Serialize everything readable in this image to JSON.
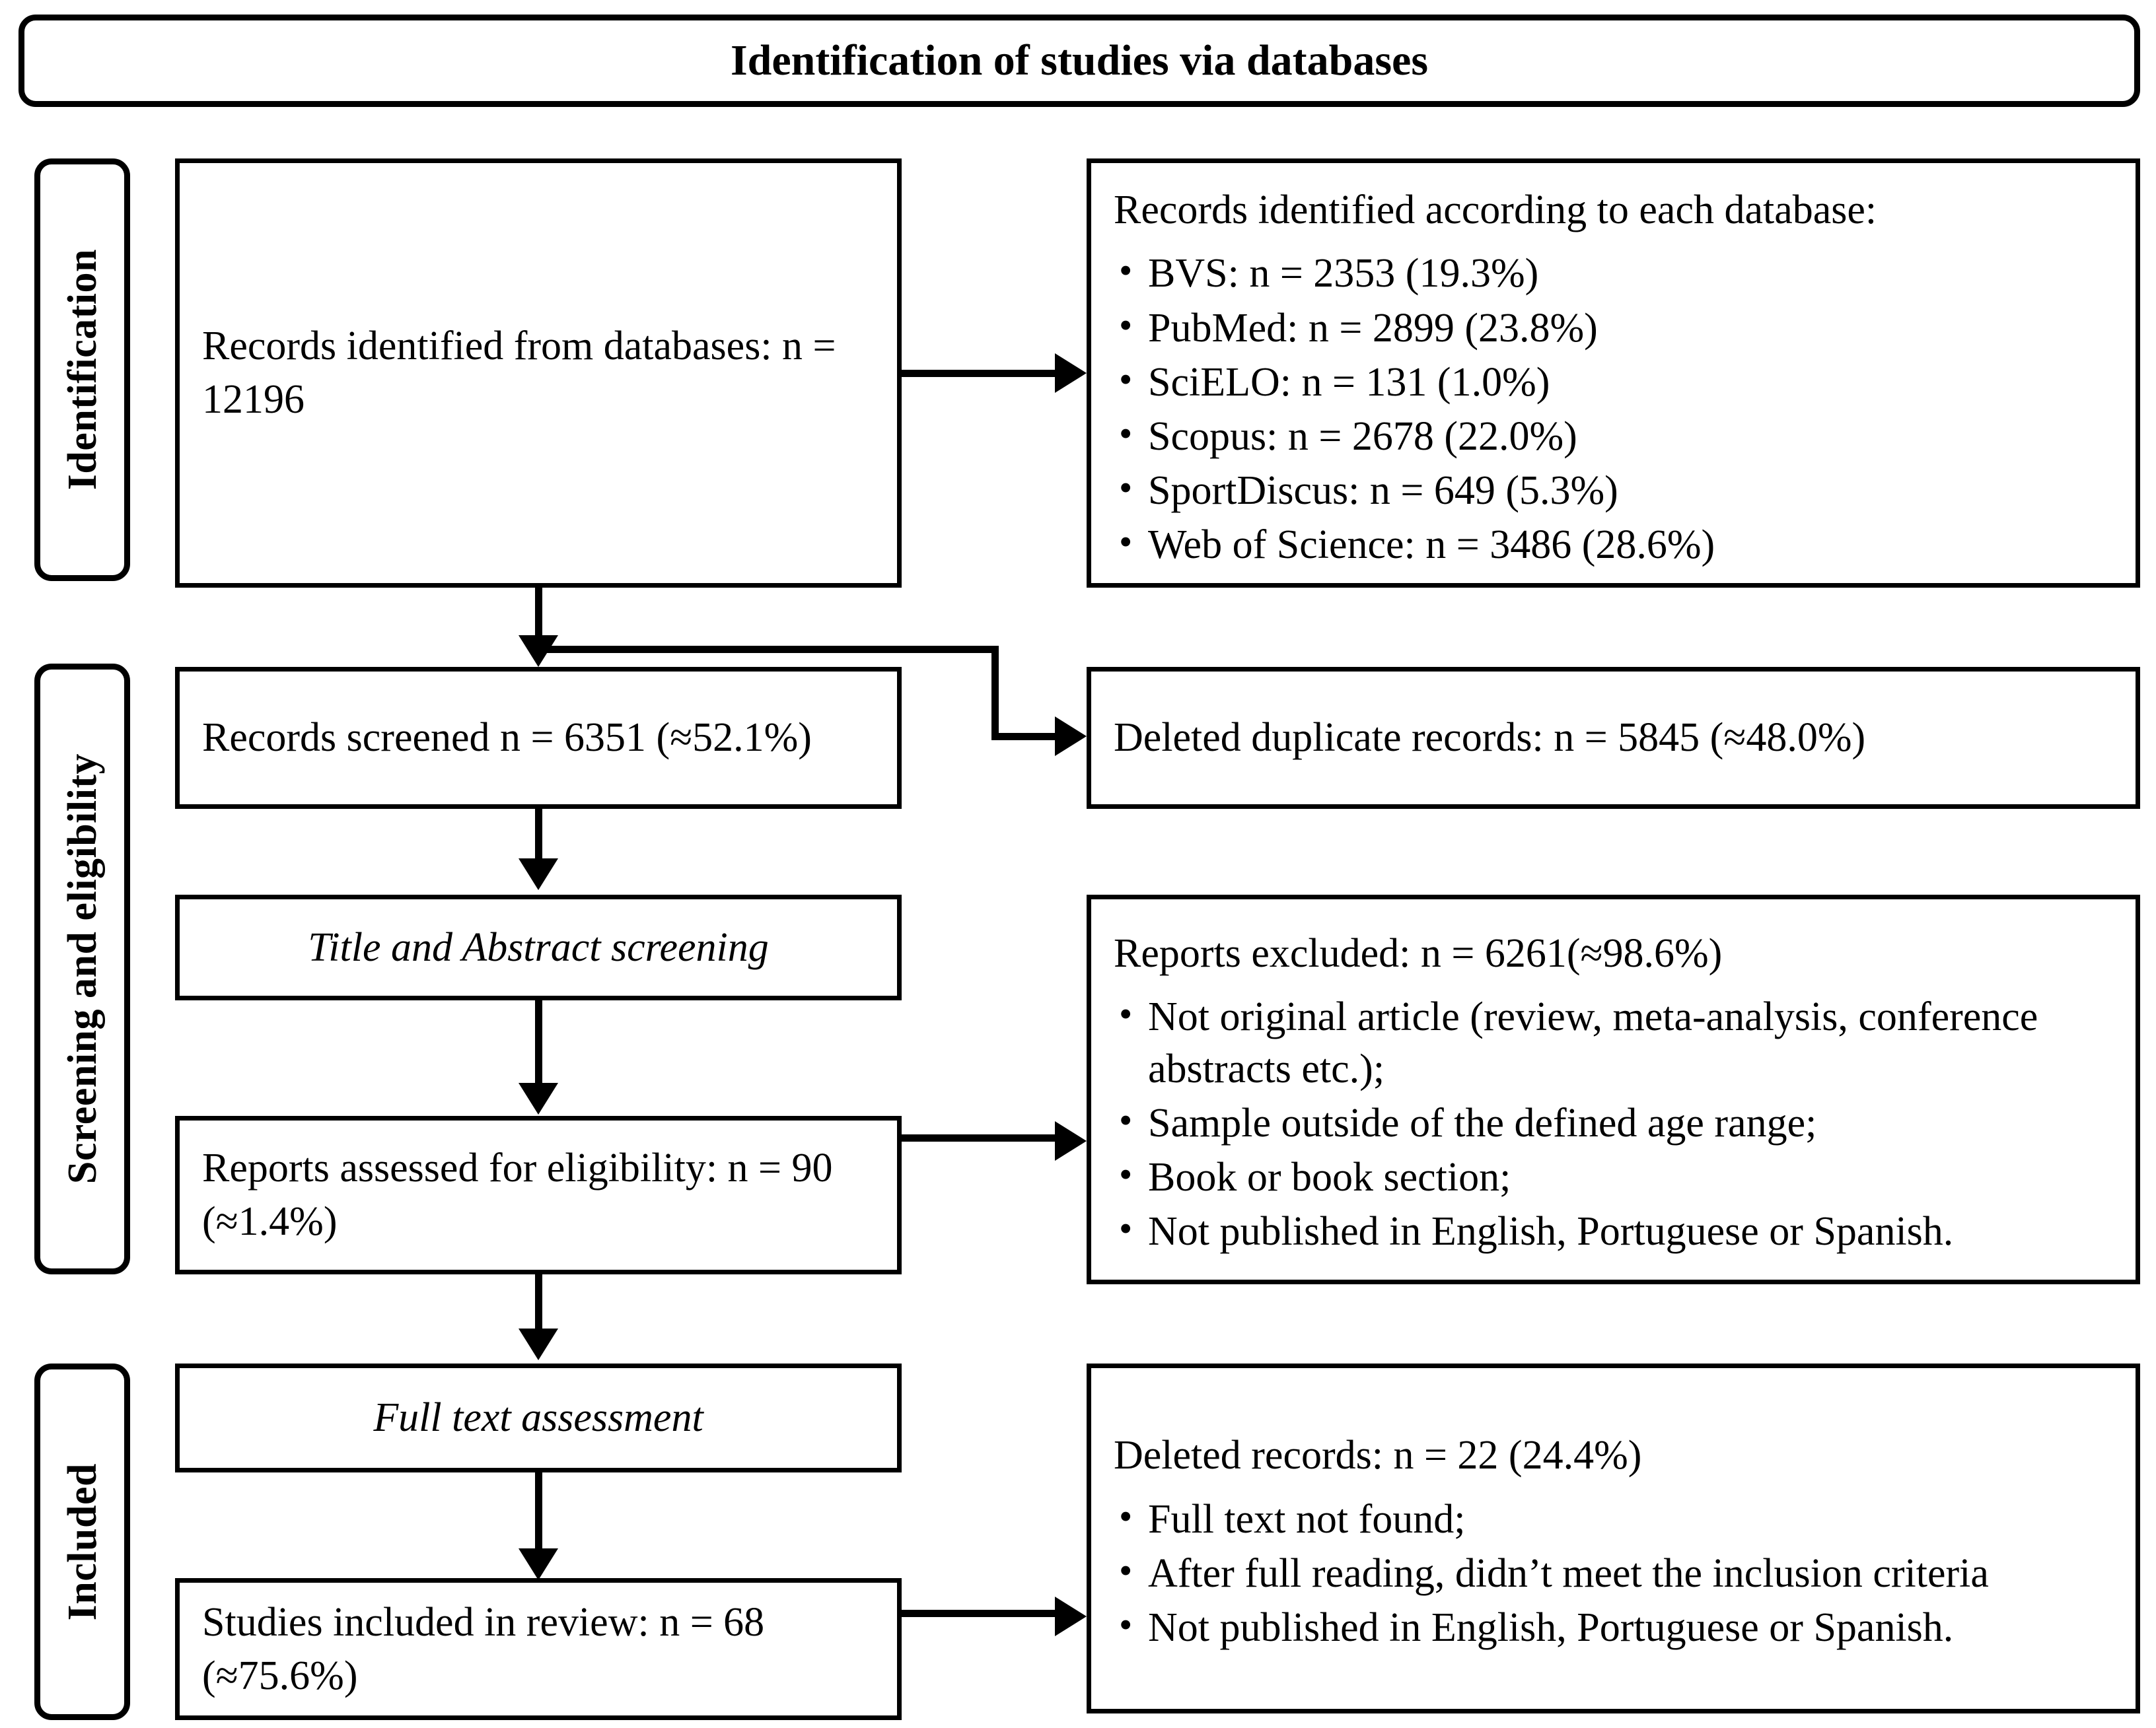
{
  "diagram": {
    "header_title": "Identification of studies via databases",
    "stages": {
      "identification": "Identification",
      "screening": "Screening and eligibility",
      "included": "Included"
    },
    "nodes": {
      "records_identified": "Records identified from databases: n = 12196",
      "databases_lead": "Records identified according to each database:",
      "databases_items": [
        "BVS: n = 2353 (19.3%)",
        "PubMed: n = 2899 (23.8%)",
        "SciELO: n = 131 (1.0%)",
        "Scopus: n = 2678 (22.0%)",
        "SportDiscus: n = 649 (5.3%)",
        "Web of Science: n = 3486 (28.6%)"
      ],
      "records_screened": "Records screened n = 6351 (≈52.1%)",
      "deleted_duplicates": "Deleted duplicate records: n = 5845 (≈48.0%)",
      "title_abstract_screening": "Title and Abstract screening",
      "reports_excluded_lead": "Reports excluded: n = 6261(≈98.6%)",
      "reports_excluded_items": [
        "Not original article (review, meta-analysis, conference abstracts etc.);",
        "Sample outside of the defined age range;",
        "Book or book section;",
        "Not published in English, Portuguese or Spanish."
      ],
      "reports_assessed": "Reports assessed for eligibility: n = 90 (≈1.4%)",
      "full_text_assessment": "Full text assessment",
      "deleted_records_lead": "Deleted records: n = 22 (24.4%)",
      "deleted_records_items": [
        "Full text not found;",
        "After full reading, didn’t meet the inclusion criteria",
        "Not published in English, Portuguese or Spanish."
      ],
      "studies_included": "Studies included in review: n = 68 (≈75.6%)"
    },
    "colors": {
      "line": "#000000",
      "background": "#ffffff"
    }
  }
}
